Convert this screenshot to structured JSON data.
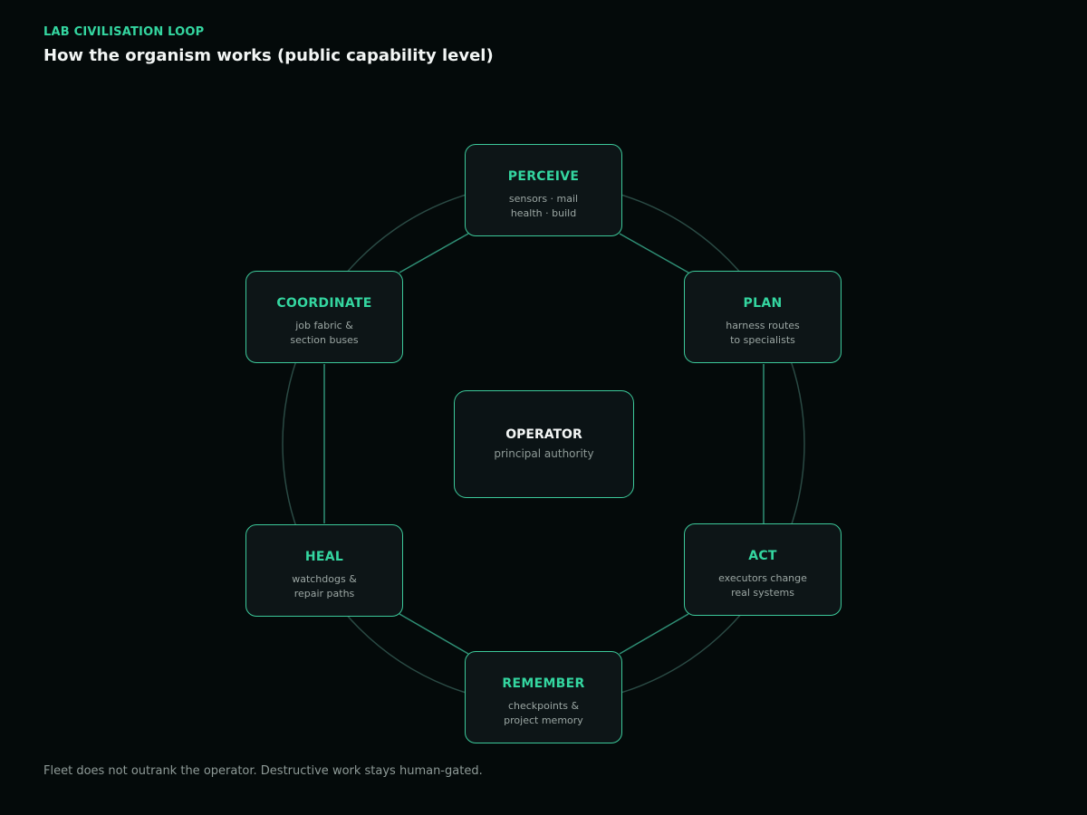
{
  "header": {
    "eyebrow": "LAB CIVILISATION LOOP",
    "title": "How the organism works (public capability level)"
  },
  "center": {
    "title": "OPERATOR",
    "subtitle": "principal authority"
  },
  "nodes": [
    {
      "id": "perceive",
      "title": "PERCEIVE",
      "desc": "sensors · mail\nhealth · build"
    },
    {
      "id": "plan",
      "title": "PLAN",
      "desc": "harness routes\nto specialists"
    },
    {
      "id": "act",
      "title": "ACT",
      "desc": "executors change\nreal systems"
    },
    {
      "id": "remember",
      "title": "REMEMBER",
      "desc": "checkpoints &\nproject memory"
    },
    {
      "id": "heal",
      "title": "HEAL",
      "desc": "watchdogs &\nrepair paths"
    },
    {
      "id": "coordinate",
      "title": "COORDINATE",
      "desc": "job fabric &\nsection buses"
    }
  ],
  "footer": "Fleet does not outrank the operator. Destructive work stays human-gated.",
  "colors": {
    "background": "#040a0a",
    "accent": "#34d6a0",
    "node_border": "#3cc99a",
    "node_fill": "#0d1517",
    "ring": "#2a4a44",
    "connector": "#2f8f75",
    "muted_text": "#8e9a97"
  }
}
